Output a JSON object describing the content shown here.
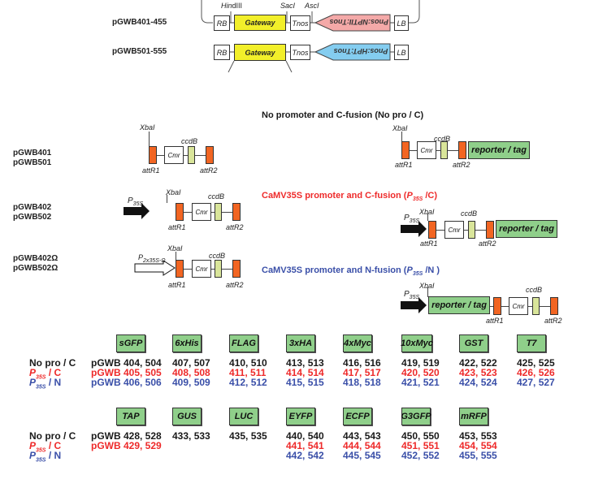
{
  "vector_map": {
    "rows": [
      {
        "name": "pGWB401-455",
        "marker": "Pnos:NPTII:Tnos",
        "marker_color": "#f4a9a8"
      },
      {
        "name": "pGWB501-555",
        "marker": "Pnos:HPT:Tnos",
        "marker_color": "#84cdf0"
      }
    ],
    "sites": {
      "hindIII": "HindIII",
      "sacI": "SacI",
      "ascI": "AscI"
    },
    "elements": {
      "rb": "RB",
      "gateway": "Gateway",
      "tnos": "Tnos",
      "lb": "LB"
    }
  },
  "cassettes": {
    "labels": {
      "xbal": "XbaI",
      "ccdb": "ccdB",
      "attr1": "attR1",
      "attr2": "attR2",
      "cm": "Cmr",
      "p35s": "P",
      "p35s_sub": "35S",
      "p2x35s": "P",
      "p2x35s_sub": "2x35S-Ω",
      "reporter": "reporter / tag"
    },
    "rows": [
      {
        "names": [
          "pGWB401",
          "pGWB501"
        ]
      },
      {
        "names": [
          "pGWB402",
          "pGWB502"
        ]
      },
      {
        "names": [
          "pGWB402Ω",
          "pGWB502Ω"
        ]
      }
    ],
    "headings": {
      "no_pro": "No promoter and C-fusion  (No pro / C)",
      "p35s_c_prefix": "CaMV35S promoter and C-fusion  (",
      "p35s_c_suffix": " /C)",
      "p35s_n_prefix": "CaMV35S promoter and N-fusion  (",
      "p35s_n_suffix": " /N )",
      "p_letter": "P",
      "p_sub": "35S"
    },
    "colors": {
      "no_pro": "#1a1a1a",
      "c_fusion": "#ee2a2a",
      "n_fusion": "#3a4fa8"
    }
  },
  "table": {
    "row_labels": {
      "no_pro": "No pro / C",
      "p_letter": "P",
      "p_sub": "35S",
      "c_suffix": " / C",
      "n_suffix": " / N",
      "prefix": "pGWB"
    },
    "block1": {
      "tags": [
        "sGFP",
        "6xHis",
        "FLAG",
        "3xHA",
        "4xMyc",
        "10xMyc",
        "GST",
        "T7"
      ],
      "no_pro": [
        "404, 504",
        "407, 507",
        "410, 510",
        "413, 513",
        "416, 516",
        "419, 519",
        "422, 522",
        "425, 525"
      ],
      "c": [
        "405, 505",
        "408, 508",
        "411, 511",
        "414, 514",
        "417, 517",
        "420, 520",
        "423, 523",
        "426, 526"
      ],
      "n": [
        "406, 506",
        "409, 509",
        "412, 512",
        "415, 515",
        "418, 518",
        "421, 521",
        "424, 524",
        "427, 527"
      ]
    },
    "block2": {
      "tags": [
        "TAP",
        "GUS",
        "LUC",
        "EYFP",
        "ECFP",
        "G3GFP",
        "mRFP"
      ],
      "no_pro": [
        "428, 528",
        "433, 533",
        "435, 535",
        "440, 540",
        "443, 543",
        "450, 550",
        "453, 553"
      ],
      "c": [
        "429, 529",
        "",
        "",
        "441, 541",
        "444, 544",
        "451, 551",
        "454, 554"
      ],
      "n": [
        "",
        "",
        "",
        "442, 542",
        "445, 545",
        "452, 552",
        "455, 555"
      ]
    }
  }
}
